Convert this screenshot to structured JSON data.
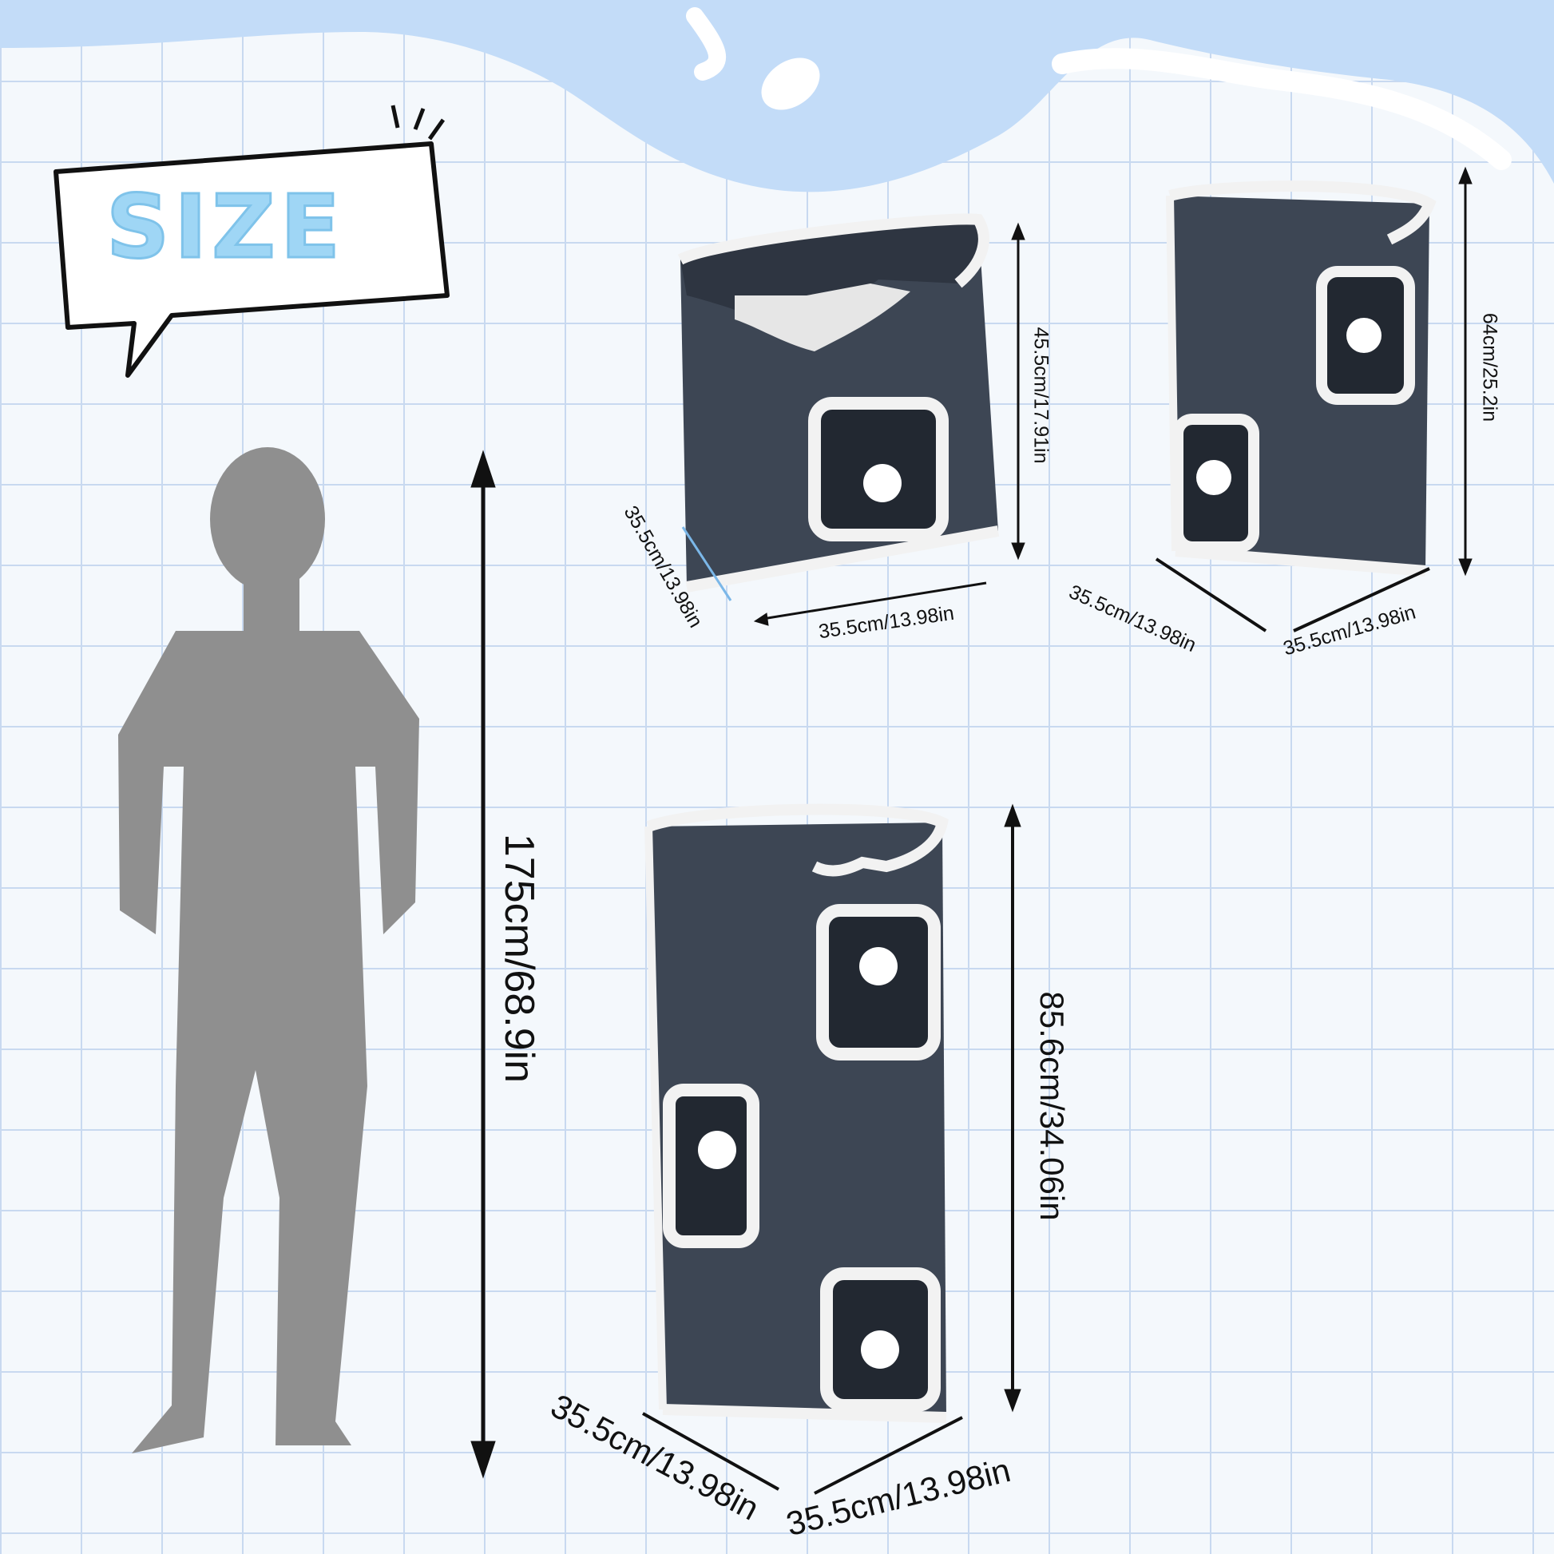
{
  "badge": {
    "title": "SIZE"
  },
  "person": {
    "height_label": "175cm/68.9in"
  },
  "products": [
    {
      "name": "",
      "height_label": "45.5cm/17.91in",
      "width_label": "35.5cm/13.98in",
      "depth_label": "35.5cm/13.98in"
    },
    {
      "name": "",
      "height_label": "64cm/25.2in",
      "width_label": "35.5cm/13.98in",
      "depth_label": "35.5cm/13.98in"
    },
    {
      "name": "",
      "height_label": "85.6cm/34.06in",
      "width_label": "35.5cm/13.98in",
      "depth_label": "35.5cm/13.98in"
    }
  ],
  "colors": {
    "background": "#f4f8fc",
    "grid": "#c8d9f0",
    "wave": "#c3dcf8",
    "badge_text": "#9fd6f5",
    "tower_body": "#3d4654",
    "tower_trim": "#f2f2f2",
    "silhouette": "#8f8f8f"
  }
}
